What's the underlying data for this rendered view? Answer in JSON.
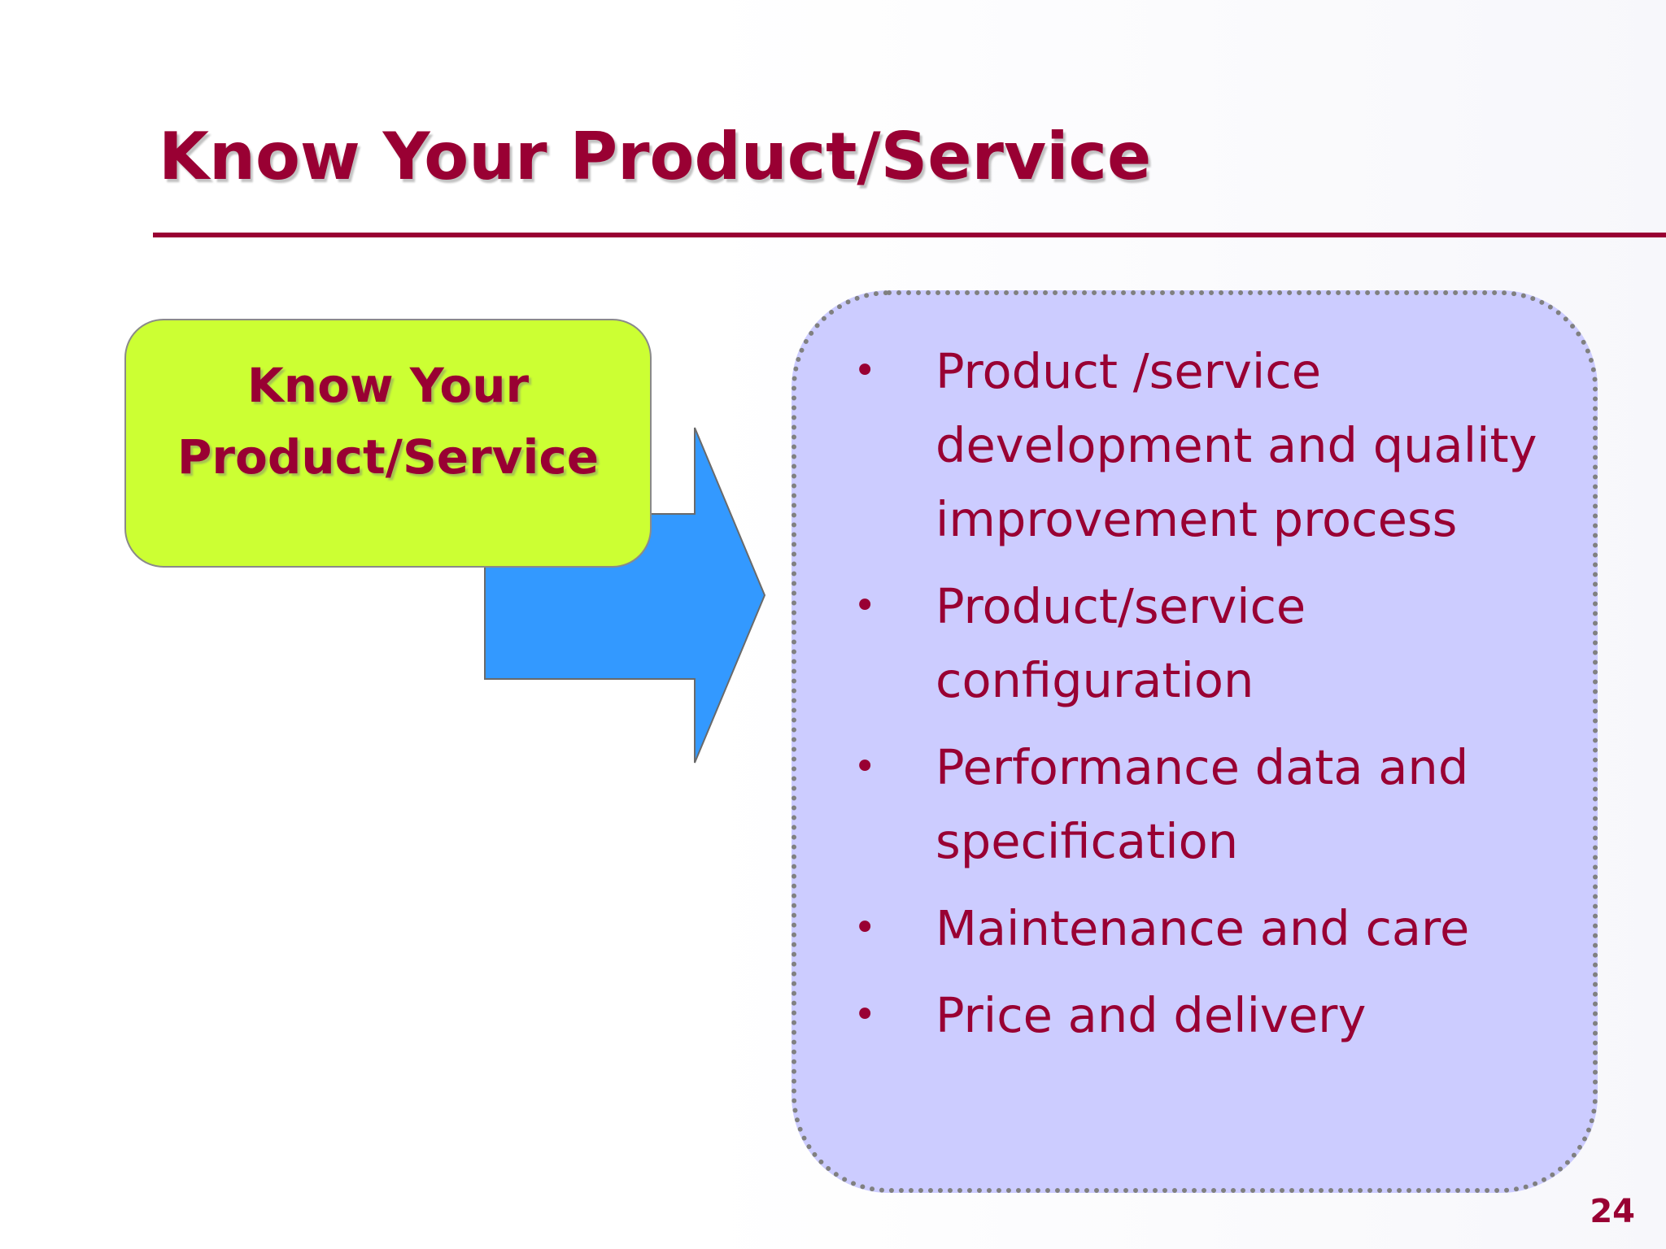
{
  "slide": {
    "title": "Know Your Product/Service",
    "page_number": "24"
  },
  "topic_box": {
    "line1": "Know Your",
    "line2": "Product/Service"
  },
  "points": [
    {
      "bullet": "•",
      "text": "Product /service development and quality improvement process"
    },
    {
      "bullet": "•",
      "text": "Product/service configuration"
    },
    {
      "bullet": "•",
      "text": "Performance data and specification"
    },
    {
      "bullet": "•",
      "text": "Maintenance and care"
    },
    {
      "bullet": "•",
      "text": "Price and delivery"
    }
  ],
  "colors": {
    "title_text": "#990033",
    "rule": "#990033",
    "topic_box_fill": "#ccff33",
    "arrow_fill": "#3399ff",
    "panel_fill": "#ccccff",
    "panel_border": "#808080"
  },
  "icons": {
    "arrow": "right-block-arrow-icon"
  }
}
